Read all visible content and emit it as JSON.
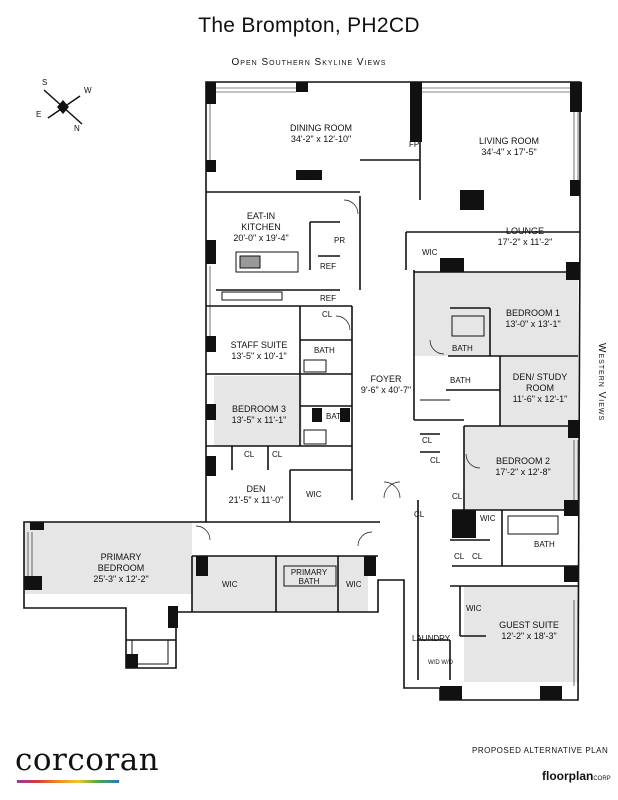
{
  "title": "The Brompton, PH2CD",
  "top_view": "Open Southern Skyline Views",
  "side_view": "Western Views",
  "compass": {
    "s": "S",
    "w": "W",
    "e": "E",
    "n": "N"
  },
  "rooms": {
    "dining": {
      "name": "DINING ROOM",
      "dims": "34'-2\" x 12'-10\""
    },
    "living": {
      "name": "LIVING ROOM",
      "dims": "34'-4\" x 17'-5\""
    },
    "kitchen": {
      "name": "EAT-IN KITCHEN",
      "dims": "20'-0\" x 19'-4\""
    },
    "lounge": {
      "name": "LOUNGE",
      "dims": "17'-2\" x 11'-2\""
    },
    "staff": {
      "name": "STAFF SUITE",
      "dims": "13'-5\" x 10'-1\""
    },
    "bed1": {
      "name": "BEDROOM 1",
      "dims": "13'-0\" x 13'-1\""
    },
    "foyer": {
      "name": "FOYER",
      "dims": "9'-6\" x 40'-7\""
    },
    "den_study": {
      "name": "DEN/ STUDY ROOM",
      "dims": "11'-6\" x 12'-1\""
    },
    "bed3": {
      "name": "BEDROOM 3",
      "dims": "13'-5\" x 11'-1\""
    },
    "bed2": {
      "name": "BEDROOM 2",
      "dims": "17'-2\" x 12'-8\""
    },
    "den": {
      "name": "DEN",
      "dims": "21'-5\" x 11'-0\""
    },
    "primary": {
      "name": "PRIMARY BEDROOM",
      "dims": "25'-3\" x 12'-2\""
    },
    "guest": {
      "name": "GUEST SUITE",
      "dims": "12'-2\" x 18'-3\""
    }
  },
  "labels": {
    "fp": "FP",
    "pr": "PR",
    "ref": "REF",
    "cl": "CL",
    "wic": "WIC",
    "bath": "BATH",
    "primary_bath": "PRIMARY BATH",
    "laundry": "LAUNDRY",
    "wd": "W/D W/D"
  },
  "footer": {
    "brand": "corcoran",
    "note": "PROPOSED ALTERNATIVE PLAN",
    "credit": "floorplan",
    "credit_suffix": "CORP"
  }
}
